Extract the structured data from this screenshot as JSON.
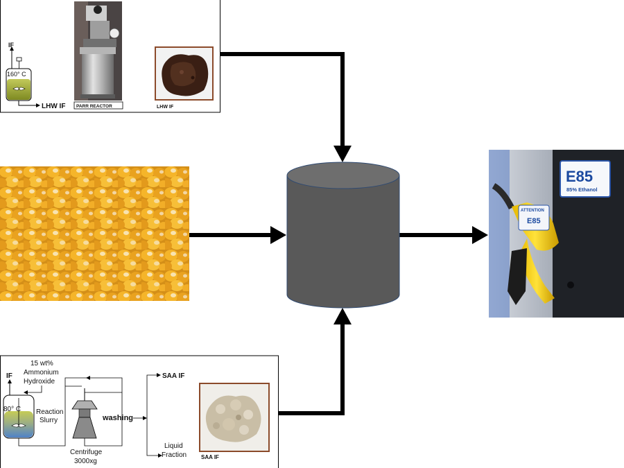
{
  "top_panel": {
    "stream_label": "IF",
    "temperature": "160° C",
    "output_label": "LHW IF",
    "reactor_caption": "PARR REACTOR",
    "sample_caption": "LHW IF"
  },
  "bottom_panel": {
    "stream_label": "IF",
    "reagent_line1": "15 wt%",
    "reagent_line2": "Ammonium",
    "reagent_line3": "Hydroxide",
    "temperature": "80° C",
    "slurry_line1": "Reaction",
    "slurry_line2": "Slurry",
    "washing_label": "washing",
    "centrifuge_line1": "Centrifuge",
    "centrifuge_line2": "3000xg",
    "solid_output": "SAA IF",
    "liquid_line1": "Liquid",
    "liquid_line2": "Fraction",
    "sample_caption": "SAA IF"
  },
  "fuel_sign": {
    "brand": "E85",
    "subtitle": "85% Ethanol",
    "nozzle_tag": "ATTENTION",
    "nozzle_code": "E85"
  },
  "colors": {
    "tank": "#595959",
    "tank_top": "#6e6e6e",
    "tank_edge": "#2f4a72",
    "arrow": "#000000",
    "liquid": "#9aa43a",
    "liquid_blue": "#5b87c6",
    "corn": "#f0b22a",
    "sample_frame": "#8b4a2a"
  }
}
